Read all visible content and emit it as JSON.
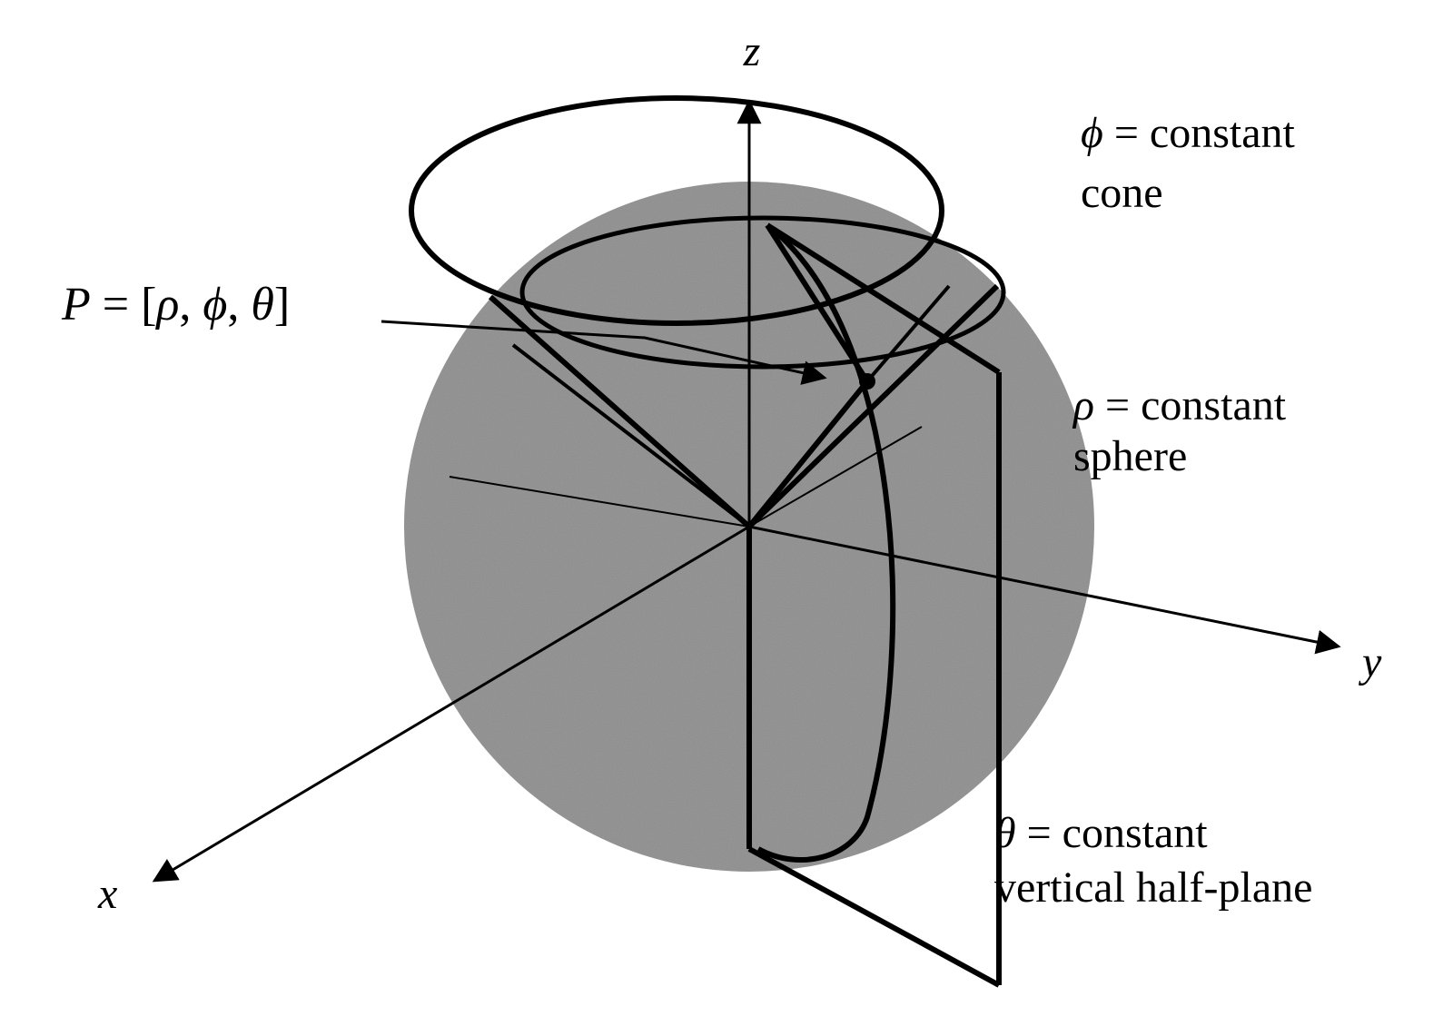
{
  "figure": {
    "axes": {
      "x": "x",
      "y": "y",
      "z": "z"
    },
    "point_label": {
      "lhs": "P",
      "eq": " = [",
      "rho": "ρ",
      "c1": ", ",
      "phi": "ϕ",
      "c2": ", ",
      "theta": "θ",
      "close": "]"
    },
    "cone_label": {
      "symbol": "ϕ",
      "rest": " = constant",
      "second": "cone"
    },
    "sphere_label": {
      "symbol": "ρ",
      "rest": " = constant",
      "second": "sphere"
    },
    "plane_label": {
      "symbol": "θ",
      "rest": " = constant",
      "second": "vertical half-plane"
    },
    "colors": {
      "ink": "#000000",
      "sphere_fill": "#8c8c8c",
      "background": "#ffffff"
    }
  }
}
